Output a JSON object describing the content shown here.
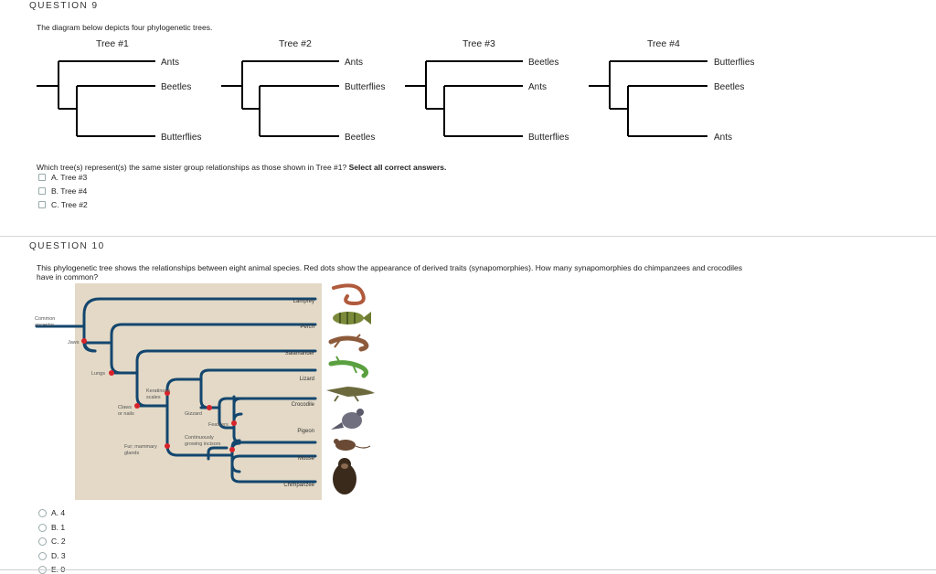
{
  "q9": {
    "heading": "QUESTION 9",
    "intro": "The diagram below depicts four phylogenetic trees.",
    "trees": [
      {
        "title": "Tree #1",
        "leaves": [
          "Ants",
          "Beetles",
          "Butterflies"
        ]
      },
      {
        "title": "Tree #2",
        "leaves": [
          "Ants",
          "Butterflies",
          "Beetles"
        ]
      },
      {
        "title": "Tree #3",
        "leaves": [
          "Beetles",
          "Ants",
          "Butterflies"
        ]
      },
      {
        "title": "Tree #4",
        "leaves": [
          "Butterflies",
          "Beetles",
          "Ants"
        ]
      }
    ],
    "question": "Which tree(s) represent(s) the same sister group relationships as those shown in Tree #1?",
    "instruction": "Select all correct answers.",
    "options": [
      "A. Tree #3",
      "B. Tree #4",
      "C. Tree #2"
    ]
  },
  "q10": {
    "heading": "QUESTION 10",
    "question_line1": "This phylogenetic tree shows the relationships between eight animal species. Red dots show the appearance of derived traits (synapomorphies). How many synapomorphies do chimpanzees and crocodiles",
    "question_line2": "have in common?",
    "figure": {
      "root_label_1": "Common",
      "root_label_2": "ancestor",
      "taxa": [
        "Lamprey",
        "Perch",
        "Salamander",
        "Lizard",
        "Crocodile",
        "Pigeon",
        "Mouse",
        "Chimpanzee"
      ],
      "traits": {
        "jaws": "Jaws",
        "lungs": "Lungs",
        "claws_1": "Claws",
        "claws_2": "or nails",
        "keratinous_1": "Keratinous",
        "keratinous_2": "scales",
        "gizzard": "Gizzard",
        "feathers": "Feathers",
        "fur_1": "Fur; mammary",
        "fur_2": "glands",
        "incisors_1": "Continuously",
        "incisors_2": "growing incisors"
      }
    },
    "options": [
      "A. 4",
      "B. 1",
      "C. 2",
      "D. 3",
      "E. 0"
    ]
  },
  "colors": {
    "branch": "#13466e",
    "dot": "#d8232a",
    "panel": "#e3d9c6",
    "tree_line": "#000000"
  }
}
